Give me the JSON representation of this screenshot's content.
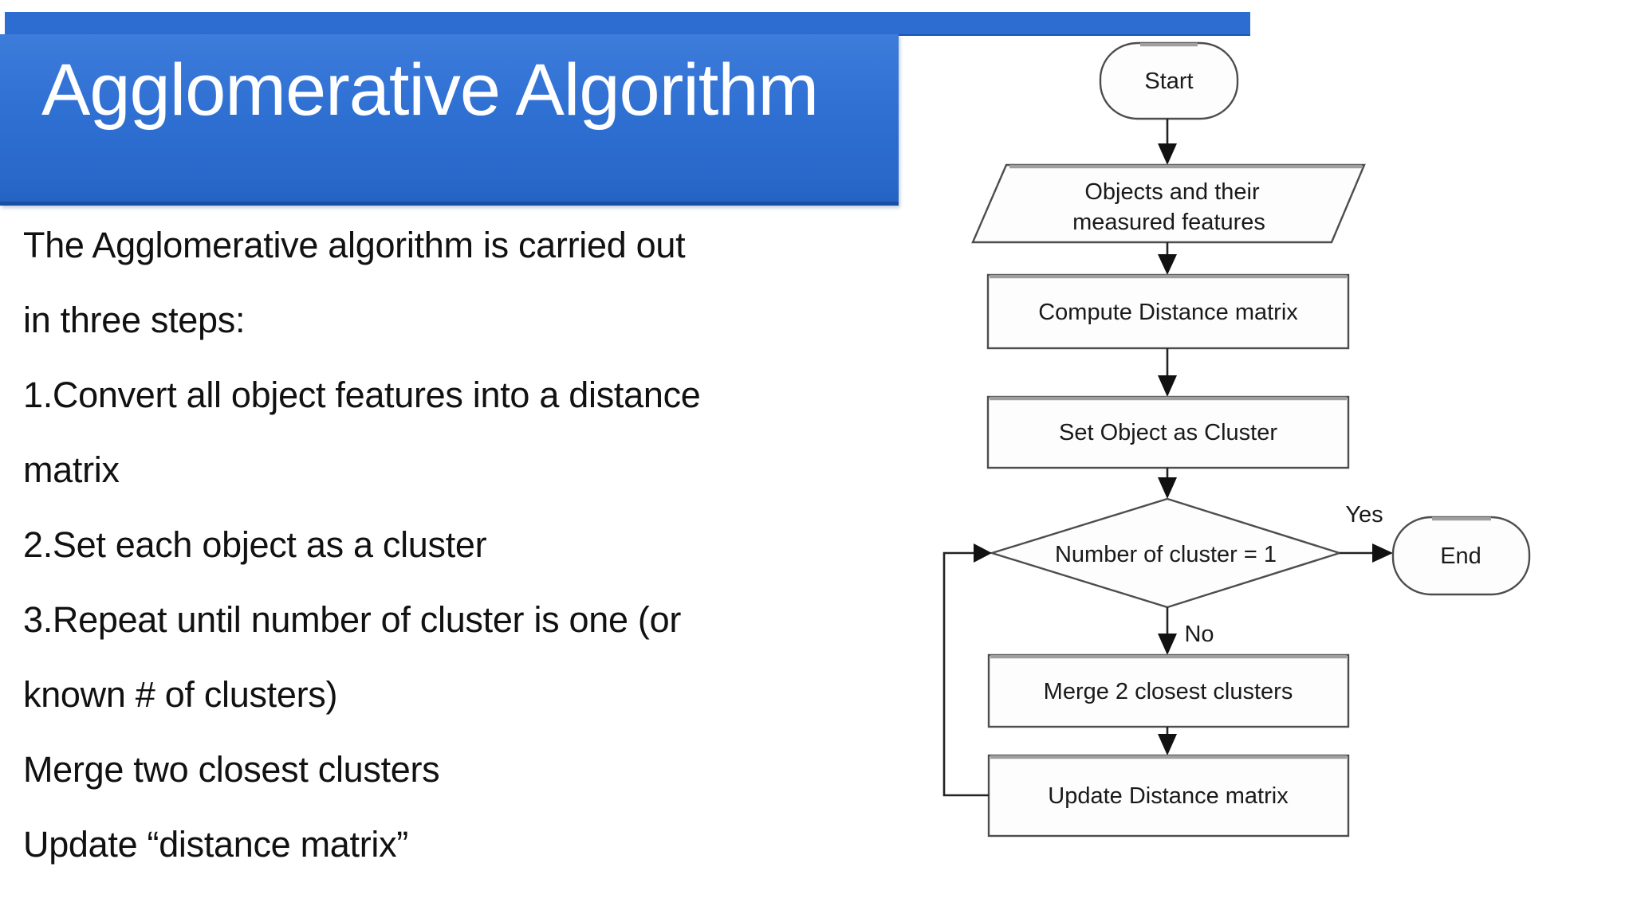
{
  "title": {
    "text": "Agglomerative Algorithm"
  },
  "body": {
    "lines": [
      "The Agglomerative algorithm is carried out",
      "in three steps:",
      "1.Convert all object features into a distance",
      "matrix",
      "2.Set each object as a cluster",
      "3.Repeat until number of cluster is one (or",
      "known # of clusters)",
      "Merge two closest clusters",
      "Update “distance matrix”"
    ]
  },
  "flowchart": {
    "start_label": "Start",
    "input_line1": "Objects and their",
    "input_line2": "measured features",
    "compute_label": "Compute Distance matrix",
    "set_label": "Set Object as Cluster",
    "decision_label": "Number of cluster = 1",
    "yes_label": "Yes",
    "no_label": "No",
    "end_label": "End",
    "merge_label": "Merge 2 closest clusters",
    "update_label": "Update Distance matrix"
  },
  "colors": {
    "banner_blue": "#2f70d3",
    "topbar_blue": "#2d6dd2",
    "banner_edge_blue": "#1a4fa6",
    "text_black": "#111111",
    "flow_stroke_gray": "#4d4d4d"
  }
}
